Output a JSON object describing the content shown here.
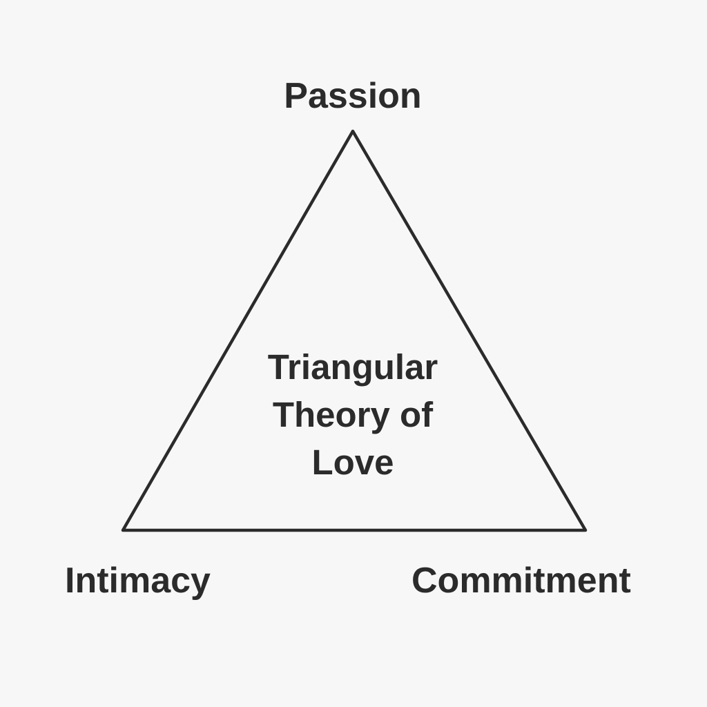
{
  "diagram": {
    "title_lines": [
      "Triangular",
      "Theory of",
      "Love"
    ],
    "vertices": {
      "top": "Passion",
      "bottom_left": "Intimacy",
      "bottom_right": "Commitment"
    },
    "colors": {
      "background": "#f7f7f7",
      "stroke": "#2b2b2b",
      "text": "#2b2b2b"
    }
  }
}
